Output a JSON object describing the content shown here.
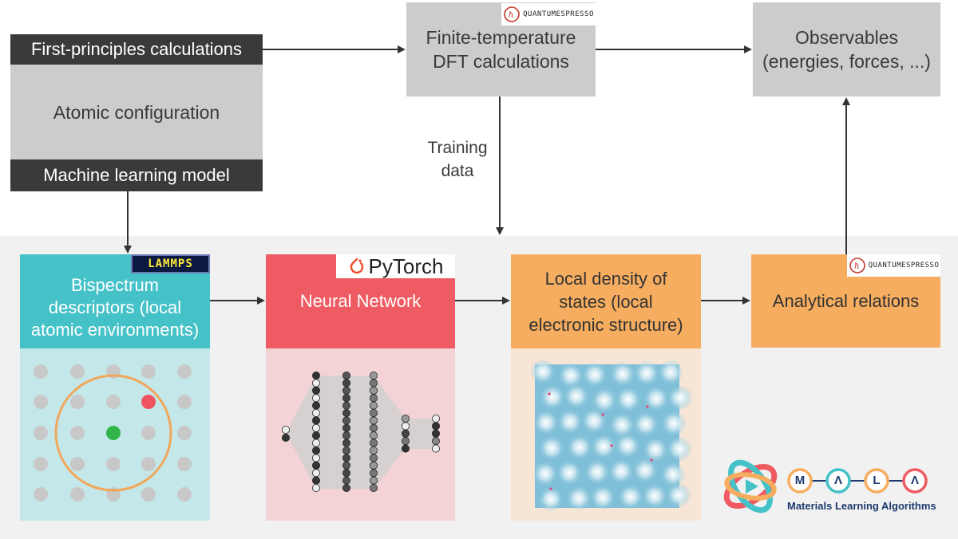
{
  "top_left": {
    "header": "First-principles calculations",
    "middle": "Atomic configuration",
    "footer": "Machine learning model"
  },
  "dft_box": {
    "line1": "Finite-temperature",
    "line2": "DFT calculations",
    "logo_text": "QUANTUMESPRESSO"
  },
  "observables_box": {
    "line1": "Observables",
    "line2": "(energies, forces, ...)"
  },
  "training_label": {
    "line1": "Training",
    "line2": "data"
  },
  "bispectrum": {
    "logo_text": "LAMMPS",
    "line1": "Bispectrum",
    "line2": "descriptors (local",
    "line3": "atomic environments)"
  },
  "neural": {
    "logo_text": "PyTorch",
    "title": "Neural Network"
  },
  "ldos": {
    "line1": "Local density of",
    "line2": "states (local",
    "line3": "electronic structure)"
  },
  "analytical": {
    "title": "Analytical relations",
    "logo_text": "QUANTUMESPRESSO"
  },
  "mala": {
    "letters": [
      "M",
      "Λ",
      "L",
      "Λ"
    ],
    "subtitle": "Materials Learning Algorithms"
  },
  "colors": {
    "gray_box": "#cccccc",
    "dark_bar": "#3a3a3a",
    "teal": "#45c1c8",
    "teal_light": "#c4e8ea",
    "red": "#ee5b63",
    "red_light": "#f3d3d6",
    "orange": "#f6ad5f",
    "orange_light": "#f7e6d6",
    "arrow": "#333333",
    "atom_gray": "#c8c8c8",
    "atom_red": "#ef5560",
    "atom_green": "#33b44a",
    "cutoff_circle": "#f2a65a"
  }
}
